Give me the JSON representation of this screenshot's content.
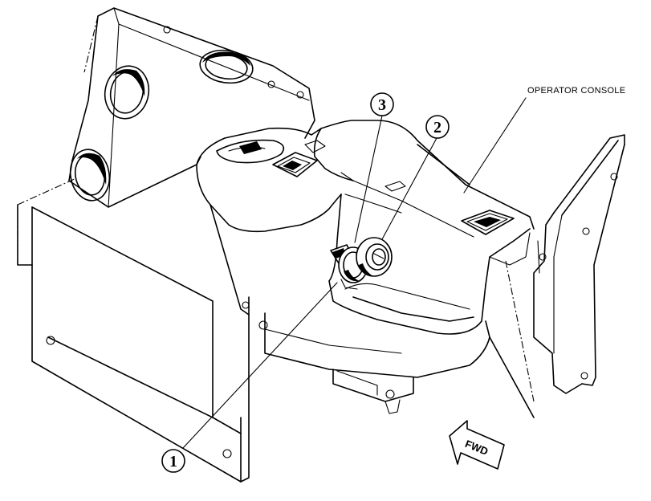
{
  "labels": {
    "operator_console": "OPERATOR CONSOLE",
    "fwd": "FWD"
  },
  "callouts": [
    {
      "id": "1",
      "text": "1"
    },
    {
      "id": "2",
      "text": "2"
    },
    {
      "id": "3",
      "text": "3"
    }
  ],
  "colors": {
    "line": "#000000",
    "background": "#ffffff"
  }
}
